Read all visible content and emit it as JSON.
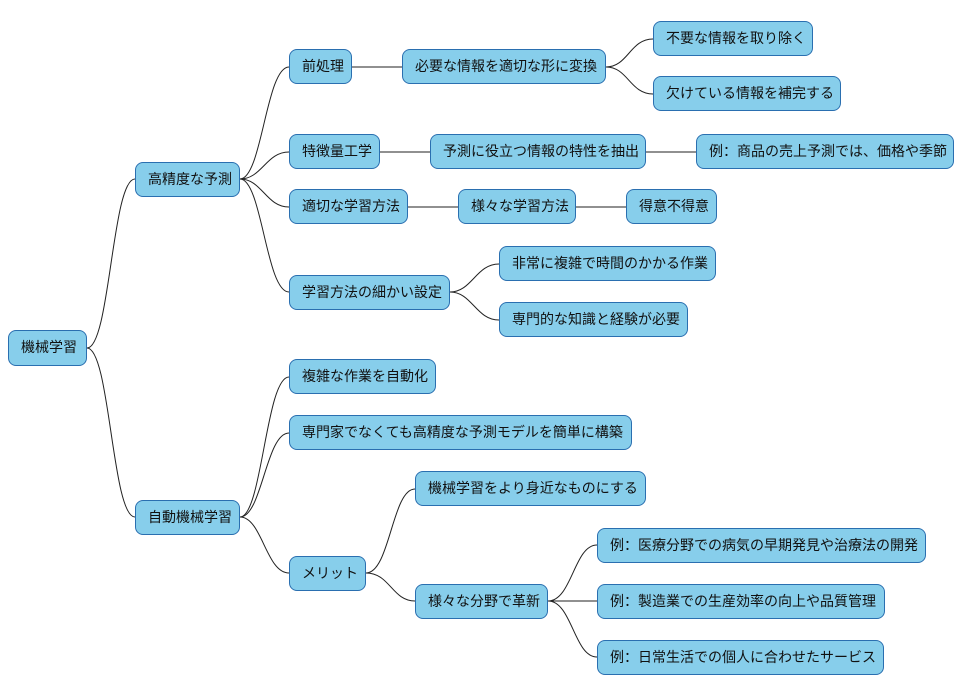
{
  "colors": {
    "node_fill": "#87ceeb",
    "node_border": "#2a6fb0",
    "edge": "#222222"
  },
  "mindmap": {
    "root": "機械学習",
    "branches": {
      "high_accuracy": {
        "label": "高精度な予測",
        "preprocessing": {
          "label": "前処理",
          "transform": "必要な情報を適切な形に変換",
          "remove": "不要な情報を取り除く",
          "complement": "欠けている情報を補完する"
        },
        "feature_engineering": {
          "label": "特徴量工学",
          "extract": "予測に役立つ情報の特性を抽出",
          "example": "例：商品の売上予測では、価格や季節"
        },
        "learning_method": {
          "label": "適切な学習方法",
          "various": "様々な学習方法",
          "strengths": "得意不得意"
        },
        "detailed_settings": {
          "label": "学習方法の細かい設定",
          "time_consuming": "非常に複雑で時間のかかる作業",
          "expertise": "専門的な知識と経験が必要"
        }
      },
      "automl": {
        "label": "自動機械学習",
        "automate": "複雑な作業を自動化",
        "non_expert": "専門家でなくても高精度な予測モデルを簡単に構築",
        "merits": {
          "label": "メリット",
          "accessible": "機械学習をより身近なものにする",
          "innovation": {
            "label": "様々な分野で革新",
            "medical": "例：医療分野での病気の早期発見や治療法の開発",
            "manufacturing": "例：製造業での生産効率の向上や品質管理",
            "daily_life": "例：日常生活での個人に合わせたサービス"
          }
        }
      }
    }
  }
}
